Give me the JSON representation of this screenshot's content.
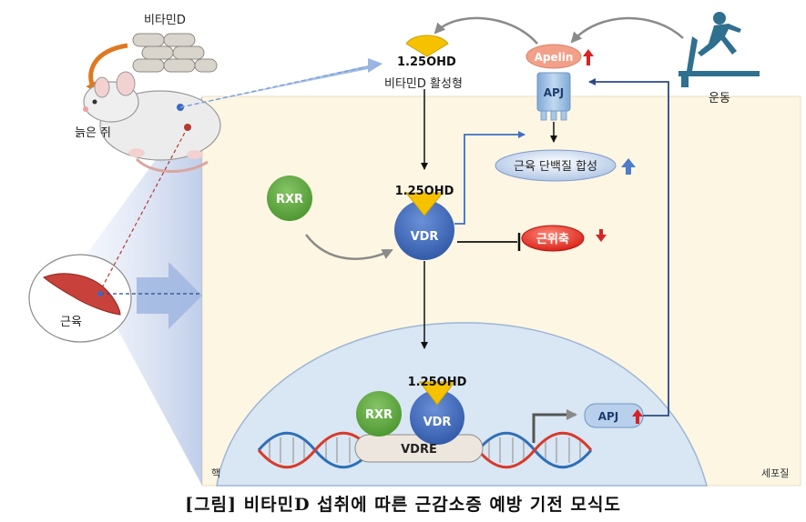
{
  "labels": {
    "vitamin_d": "비타민D",
    "old_mouse": "늙은 쥐",
    "muscle": "근육",
    "active_form_compound": "1.25OHD",
    "active_form_name": "비타민D 활성형",
    "apelin": "Apelin",
    "apj_receptor": "APJ",
    "exercise": "운동",
    "protein_synthesis": "근육 단백질 합성",
    "rxr": "RXR",
    "vdr_ligand": "1.25OHD",
    "vdr": "VDR",
    "atrophy": "근위축",
    "nucleus_ligand": "1.25OHD",
    "nucleus_rxr": "RXR",
    "nucleus_vdr": "VDR",
    "vdre": "VDRE",
    "apj_gene": "APJ",
    "nucleus": "핵",
    "cytoplasm": "세포질"
  },
  "caption": "[그림] 비타민D 섭취에 따른 근감소증 예방 기전 모식도",
  "colors": {
    "cytoplasm_bg": "#fdf6e3",
    "nucleus_bg": "#d9e6f3",
    "ligand": "#f6c200",
    "vdr": "#3c66b8",
    "rxr": "#5ba63e",
    "apelin": "#f2a089",
    "apj": "#9cc0e4",
    "atrophy": "#e8261c",
    "up_arrow_blue": "#4d7dc8",
    "up_arrow_red": "#d42424",
    "dna_blue": "#2e6fb8",
    "dna_red": "#d83a2a"
  }
}
